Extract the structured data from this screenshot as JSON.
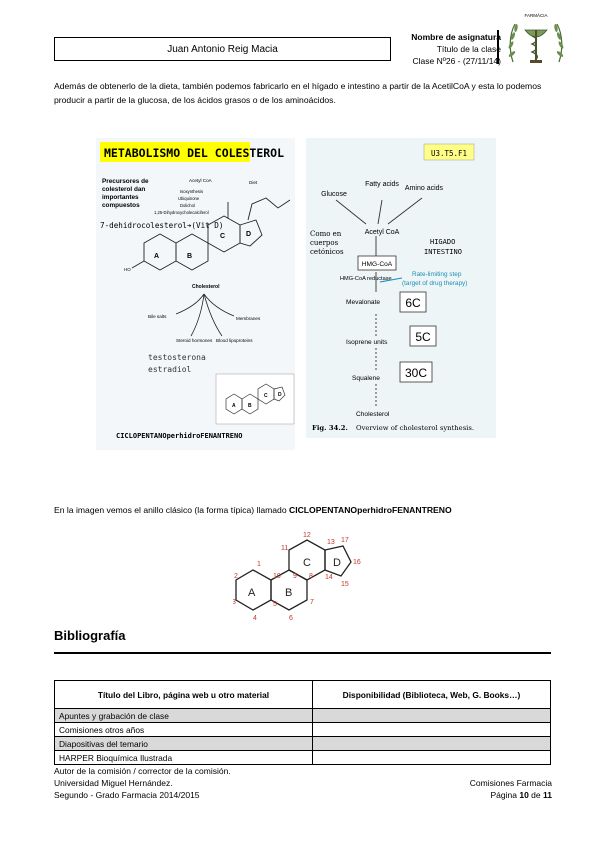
{
  "header": {
    "author": "Juan Antonio Reig Macia",
    "subject": "Nombre de asignatura",
    "class_title": "Título de la clase",
    "class_number": "Clase Nº26 - (27/11/14)",
    "logo_text": "FARMÀCIA"
  },
  "intro_paragraph": "Además de obtenerlo de la dieta, también podemos fabricarlo en el hígado e intestino a partir de la AcetilCoA y esta lo podemos producir a partir de la glucosa, de los ácidos grasos o de los aminoácidos.",
  "figure1": {
    "title": "METABOLISMO DEL COLESTEROL",
    "code": "U3.T5.F1",
    "left": {
      "precursors_label": [
        "Precursores de",
        "colesterol dan",
        "importantes",
        "compuestos"
      ],
      "small_labels": [
        "Acetyl CoA",
        "Diet",
        "Isoxynthesis",
        "Ubiquinone",
        "Dolichol",
        "1,25-Dihydroxycholecalciferol"
      ],
      "vitd": "7-dehidrocolesterol➔(Vit D)",
      "cholesterol": "Cholesterol",
      "products": [
        "Bile salts",
        "Membranes",
        "Steroid hormones",
        "Blood lipoproteins"
      ],
      "testosterona": "testosterona",
      "estradiol": "estradiol",
      "ring_label": "CICLOPENTANOperhidroFENANTRENO"
    },
    "right": {
      "glucose": "Glucose",
      "fatty": "Fatty acids",
      "amino": "Amino acids",
      "acetyl": "Acetyl CoA",
      "como": [
        "Como en",
        "cuerpos",
        "cetónicos"
      ],
      "higado": "HIGADO",
      "intestino": "INTESTINO",
      "hmg": "HMG-CoA",
      "reductase": "HMG-CoA reductase",
      "rate": [
        "Rate-limiting step",
        "(target of drug therapy)"
      ],
      "mevalonate": "Mevalonate",
      "isoprene": "Isoprene units",
      "squalene": "Squalene",
      "cholesterol": "Cholesterol",
      "c6": "6C",
      "c5": "5C",
      "c30": "30C",
      "caption_bold": "Fig. 34.2.",
      "caption": "Overview of cholesterol synthesis."
    }
  },
  "section2": {
    "text": "En la imagen vemos el anillo clásico (la forma típica) llamado ",
    "bold": "CICLOPENTANOperhidroFENANTRENO"
  },
  "ring_figure": {
    "rings": [
      "A",
      "B",
      "C",
      "D"
    ],
    "numbers": [
      "1",
      "2",
      "3",
      "4",
      "5",
      "6",
      "7",
      "8",
      "9",
      "10",
      "11",
      "12",
      "13",
      "14",
      "15",
      "16",
      "17"
    ]
  },
  "bibliography": {
    "heading": "Bibliografía",
    "columns": [
      "Título del Libro, página web u otro material",
      "Disponibilidad (Biblioteca, Web, G. Books…)"
    ],
    "rows": [
      "Apuntes y grabación de clase",
      "Comisiones otros años",
      "Diapositivas del temario",
      "HARPER Bioquímica Ilustrada"
    ]
  },
  "footer": {
    "line1": "Autor de la comisión / corrector de la comisión.",
    "line2": "Universidad Miguel Hernández.",
    "line3": "Segundo - Grado Farmacia 2014/2015",
    "right1": "Comisiones Farmacia",
    "page_prefix": "Página ",
    "page_num": "10",
    "page_of": " de ",
    "page_total": "11"
  },
  "colors": {
    "highlight": "#ffff00",
    "accent_blue": "#1a8fb5",
    "table_gray": "#d9d9d9"
  }
}
